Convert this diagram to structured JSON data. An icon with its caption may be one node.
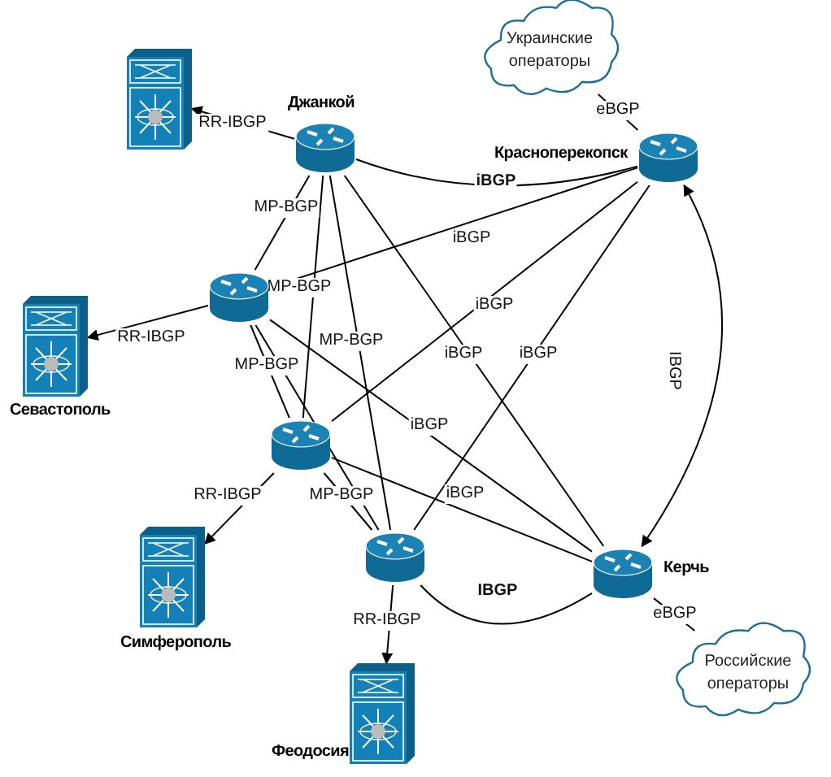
{
  "diagram": {
    "nodes": [
      {
        "text": [],
        "shape": "picture"
      },
      {
        "text": [
          "Украинские операторы"
        ]
      },
      {
        "text": [
          "Джанкой"
        ]
      },
      {
        "text": [
          "Красноперекопск"
        ]
      },
      {
        "text": [],
        "shape": "cylinder"
      },
      {
        "text": [
          "Севастополь"
        ]
      },
      {
        "text": [],
        "shape": "cylinder"
      },
      {
        "text": [
          "Симферополь"
        ]
      },
      {
        "text": [],
        "shape": "cylinder"
      },
      {
        "text": [
          "Керчь"
        ]
      },
      {
        "text": [
          "Российские операторы"
        ]
      },
      {
        "text": [
          "Феодосия"
        ]
      }
    ],
    "edges": [
      {
        "from": 2,
        "to": 0,
        "arrow": "to",
        "label": "RR-IBGP"
      },
      {
        "from": 4,
        "to": 5,
        "arrow": "to",
        "label": "RR-IBGP"
      },
      {
        "from": 6,
        "to": 7,
        "arrow": "to",
        "label": "RR-IBGP"
      },
      {
        "from": 8,
        "to": 11,
        "arrow": "to",
        "label": "RR-IBGP"
      },
      {
        "from": 1,
        "to": 3,
        "arrow": "none",
        "label": "eBGP"
      },
      {
        "from": 9,
        "to": 10,
        "arrow": "none",
        "label": "eBGP"
      },
      {
        "from": 9,
        "to": 3,
        "arrow": "both",
        "label": "IBGP"
      },
      {
        "from": 2,
        "to": 3,
        "arrow": "none",
        "label": "iBGP"
      },
      {
        "from": 4,
        "to": 3,
        "arrow": "none",
        "label": "iBGP"
      },
      {
        "from": 6,
        "to": 3,
        "arrow": "none",
        "label": "iBGP"
      },
      {
        "from": 8,
        "to": 3,
        "arrow": "none",
        "label": "iBGP"
      },
      {
        "from": 2,
        "to": 9,
        "arrow": "none",
        "label": "iBGP"
      },
      {
        "from": 4,
        "to": 9,
        "arrow": "none",
        "label": "iBGP"
      },
      {
        "from": 6,
        "to": 9,
        "arrow": "none",
        "label": "iBGP"
      },
      {
        "from": 8,
        "to": 9,
        "arrow": "none",
        "label": "IBGP"
      },
      {
        "from": 2,
        "to": 4,
        "arrow": "none",
        "label": "MP-BGP"
      },
      {
        "from": 2,
        "to": 6,
        "arrow": "none",
        "label": "MP-BGP"
      },
      {
        "from": 2,
        "to": 8,
        "arrow": "none",
        "label": "MP-BGP"
      },
      {
        "from": 4,
        "to": 6,
        "arrow": "none",
        "label": "MP-BGP"
      },
      {
        "from": 4,
        "to": 8,
        "arrow": "none"
      },
      {
        "from": 6,
        "to": 8,
        "arrow": "none",
        "label": "MP-BGP"
      }
    ]
  }
}
